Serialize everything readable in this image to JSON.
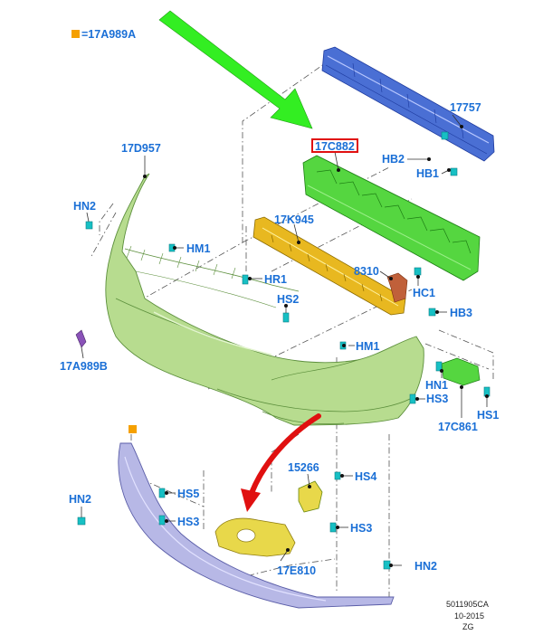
{
  "legend": {
    "marker_color": "#f5a000",
    "text": "=17A989A"
  },
  "arrows": {
    "green": "#33ee22",
    "red": "#e01010"
  },
  "part_colors": {
    "bumper_cover": "#b7dc8f",
    "reinforcement": "#4a6fd4",
    "absorber_upper": "#55d640",
    "absorber_lower": "#e8b820",
    "valance": "#b7b8e6",
    "fog_bracket": "#e8d84a",
    "bracket_8310": "#c0603a",
    "clip": "#17c0c4"
  },
  "labels": {
    "p17757": "17757",
    "p17C882": "17C882",
    "p17D957": "17D957",
    "p17K945": "17K945",
    "p8310": "8310",
    "p17A989B": "17A989B",
    "p17C861": "17C861",
    "p15266": "15266",
    "p17E810": "17E810",
    "hb2": "HB2",
    "hb1": "HB1",
    "hb3": "HB3",
    "hn2_top": "HN2",
    "hn2_left": "HN2",
    "hn2_bottom": "HN2",
    "hn1": "HN1",
    "hm1_upper": "HM1",
    "hm1_lower": "HM1",
    "hr1": "HR1",
    "hs2": "HS2",
    "hs3_right": "HS3",
    "hs3_left": "HS3",
    "hs3_bottom": "HS3",
    "hs1": "HS1",
    "hs4": "HS4",
    "hs5": "HS5",
    "hc1": "HC1"
  },
  "footer": {
    "code": "5011905CA",
    "date": "10-2015",
    "initials": "ZG"
  }
}
